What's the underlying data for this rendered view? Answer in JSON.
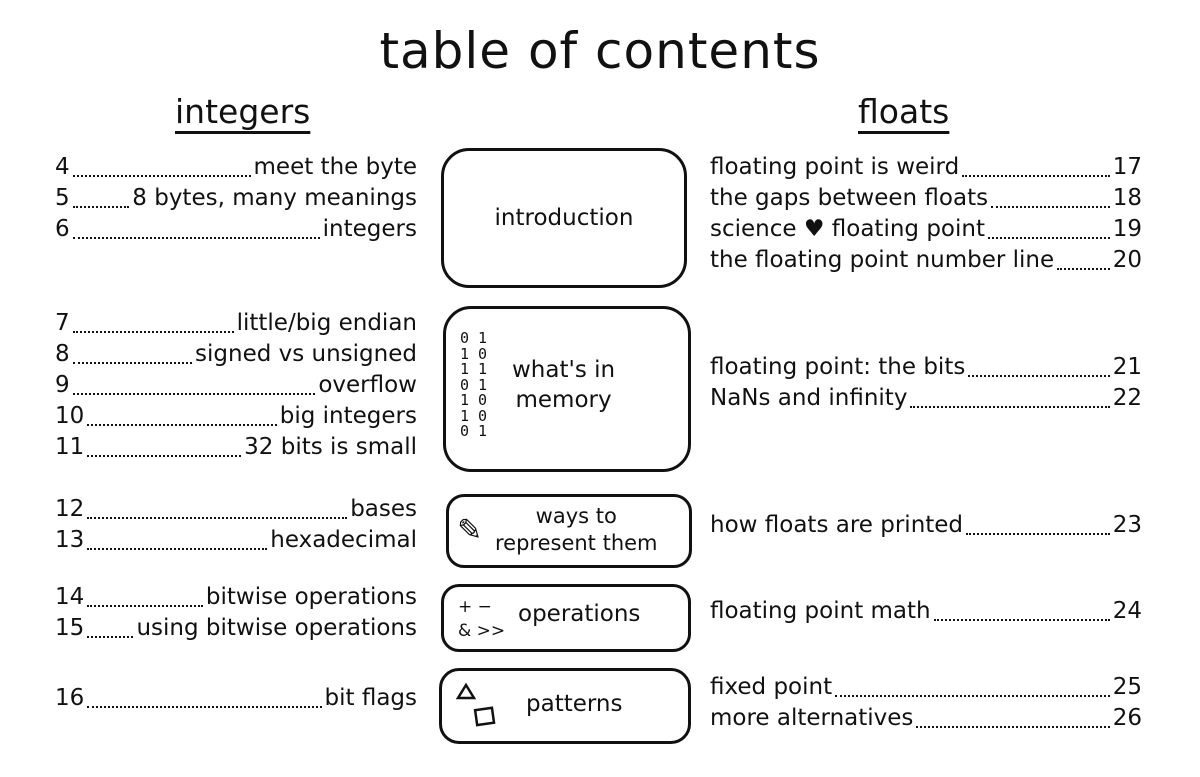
{
  "title": "table of contents",
  "headings": {
    "integers": "integers",
    "floats": "floats"
  },
  "left_groups": [
    [
      {
        "num": "4",
        "text": "meet the byte"
      },
      {
        "num": "5",
        "text": "8 bytes, many meanings"
      },
      {
        "num": "6",
        "text": "integers"
      }
    ],
    [
      {
        "num": "7",
        "text": "little/big endian"
      },
      {
        "num": "8",
        "text": "signed vs unsigned"
      },
      {
        "num": "9",
        "text": "overflow"
      },
      {
        "num": "10",
        "text": "big integers"
      },
      {
        "num": "11",
        "text": "32 bits is small"
      }
    ],
    [
      {
        "num": "12",
        "text": "bases"
      },
      {
        "num": "13",
        "text": "hexadecimal"
      }
    ],
    [
      {
        "num": "14",
        "text": "bitwise operations"
      },
      {
        "num": "15",
        "text": "using bitwise operations"
      }
    ],
    [
      {
        "num": "16",
        "text": "bit flags"
      }
    ]
  ],
  "right_groups": [
    [
      {
        "text": "floating point is weird",
        "num": "17"
      },
      {
        "text": "the gaps between floats",
        "num": "18"
      },
      {
        "text": "science ♥ floating point",
        "num": "19"
      },
      {
        "text": "the floating point number line",
        "num": "20"
      }
    ],
    [
      {
        "text": "floating point: the bits",
        "num": "21"
      },
      {
        "text": "NaNs and infinity",
        "num": "22"
      }
    ],
    [
      {
        "text": "how floats are printed",
        "num": "23"
      }
    ],
    [
      {
        "text": "floating point math",
        "num": "24"
      }
    ],
    [
      {
        "text": "fixed point",
        "num": "25"
      },
      {
        "text": "more alternatives",
        "num": "26"
      }
    ]
  ],
  "sections": {
    "introduction": "introduction",
    "memory_line1": "what's in",
    "memory_line2": "memory",
    "memory_bits": [
      "0 1",
      "1 0",
      "1 1",
      "0 1",
      "1 0",
      "1 0",
      "0 1"
    ],
    "ways_line1": "ways to",
    "ways_line2": "represent them",
    "operations": "operations",
    "ops_symbols_line1": "+  −",
    "ops_symbols_line2": "& >>",
    "patterns": "patterns"
  },
  "icons": {
    "pencil": "pencil-icon",
    "triangle": "triangle-icon",
    "square": "square-icon",
    "heart": "heart-icon"
  }
}
